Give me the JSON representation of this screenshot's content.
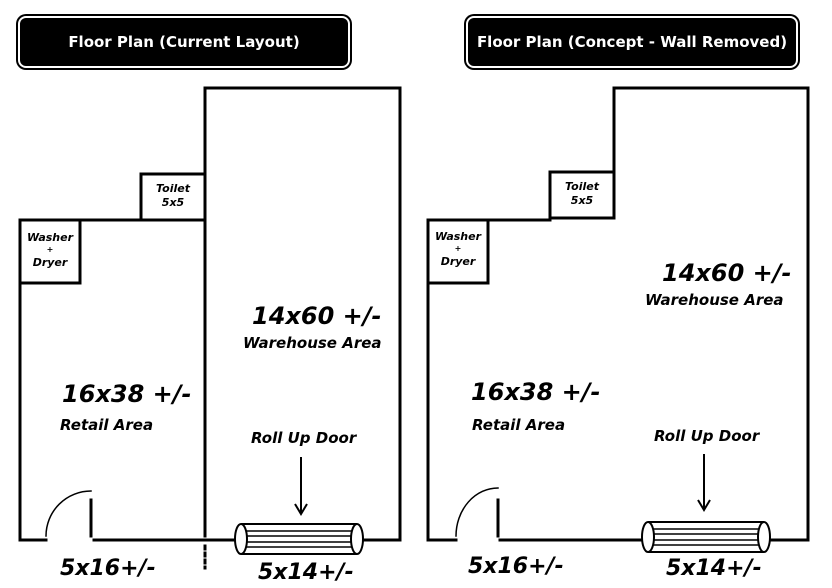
{
  "left_plan": {
    "title": "Floor Plan (Current Layout)",
    "toilet": {
      "name": "Toilet",
      "size": "5x5"
    },
    "washer": {
      "line1": "Washer",
      "line2": "+",
      "line3": "Dryer"
    },
    "warehouse": {
      "size": "14x60 +/-",
      "label": "Warehouse Area"
    },
    "retail": {
      "size": "16x38 +/-",
      "label": "Retail Area"
    },
    "rollup_label": "Roll Up Door",
    "front_left_dim": "5x16+/-",
    "front_right_dim": "5x14+/-"
  },
  "right_plan": {
    "title": "Floor Plan (Concept - Wall Removed)",
    "toilet": {
      "name": "Toilet",
      "size": "5x5"
    },
    "washer": {
      "line1": "Washer",
      "line2": "+",
      "line3": "Dryer"
    },
    "warehouse": {
      "size": "14x60 +/-",
      "label": "Warehouse Area"
    },
    "retail": {
      "size": "16x38 +/-",
      "label": "Retail Area"
    },
    "rollup_label": "Roll Up Door",
    "front_left_dim": "5x16+/-",
    "front_right_dim": "5x14+/-"
  }
}
